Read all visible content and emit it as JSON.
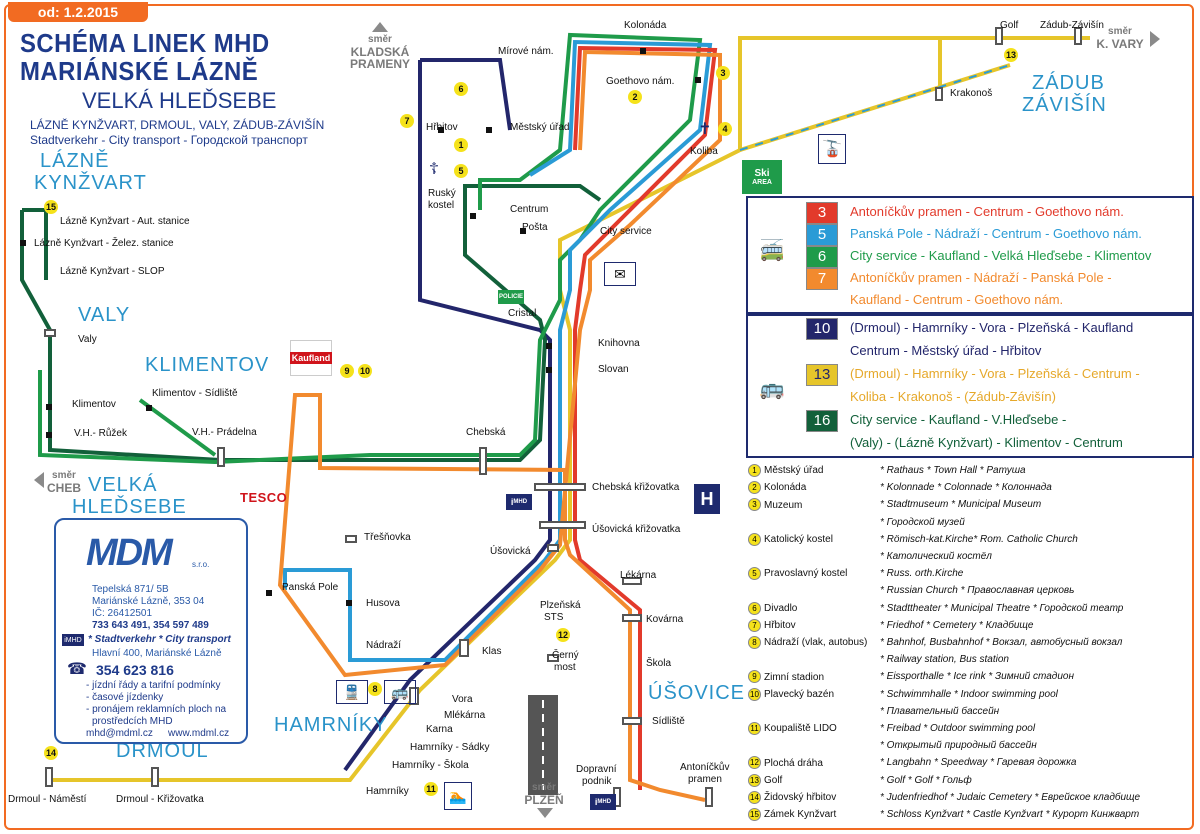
{
  "date": "od: 1.2.2015",
  "title": {
    "line1": "SCHÉMA LINEK MHD",
    "line2": "MARIÁNSKÉ LÁZNĚ",
    "line3": "VELKÁ HLEĎSEBE",
    "sub1": "LÁZNĚ KYNŽVART, DRMOUL, VALY, ZÁDUB-ZÁVIŠÍN",
    "sub2": "Stadtverkehr - City transport - Городской транспорт"
  },
  "districts": {
    "lazne1": "LÁZNĚ",
    "lazne2": "KYNŽVART",
    "valy": "VALY",
    "klimentov": "KLIMENTOV",
    "velka": "VELKÁ",
    "hledsebe": "HLEĎSEBE",
    "hamrniky": "HAMRNÍKY",
    "drmoul": "DRMOUL",
    "usovice": "ÚŠOVICE",
    "zadub": "ZÁDUB",
    "zavisin": "ZÁVIŠÍN"
  },
  "directions": {
    "kladska_smer": "směr",
    "kladska": "KLADSKÁ",
    "pramen": "PRAMENY",
    "vary_smer": "směr",
    "vary": "K. VARY",
    "cheb_smer": "směr",
    "cheb": "CHEB",
    "plzen_smer": "směr",
    "plzen": "PLZEŇ"
  },
  "stops": {
    "kolonada": "Kolonáda",
    "mirove": "Mírové nám.",
    "goethovo": "Goethovo nám.",
    "hrbitov": "Hřbitov",
    "mestsky": "Městský úřad",
    "koliba": "Koliba",
    "rusky": "Ruský",
    "kostel": "kostel",
    "centrum": "Centrum",
    "posta": "Pošta",
    "cityservice": "City service",
    "cristal": "Cristal",
    "knihovna": "Knihovna",
    "slovan": "Slovan",
    "chebska": "Chebská",
    "chebska_kriz": "Chebská křižovatka",
    "usovicka_kriz": "Úšovická křižovatka",
    "usovicka": "Úšovická",
    "lekarna": "Lékárna",
    "plzenska": "Plzeňská",
    "sts": "STS",
    "kovarna": "Kovárna",
    "cerny": "Černý",
    "most": "most",
    "skola": "Škola",
    "sidliste": "Sídliště",
    "dopravni": "Dopravní",
    "podnik": "podnik",
    "antonickuv": "Antoníčkův",
    "pramen": "pramen",
    "golf": "Golf",
    "zadubzav": "Zádub-Závišín",
    "krakonos": "Krakonoš",
    "lk_aut": "Lázně Kynžvart - Aut. stanice",
    "lk_zel": "Lázně Kynžvart - Želez. stanice",
    "lk_slop": "Lázně Kynžvart - SLOP",
    "valy": "Valy",
    "klim_sidl": "Klimentov - Sídliště",
    "klimentov": "Klimentov",
    "vh_ruzek": "V.H.- Růžek",
    "vh_pradelna": "V.H.- Prádelna",
    "tresnovka": "Třešňovka",
    "panska": "Panská Pole",
    "husova": "Husova",
    "nadrazi": "Nádraží",
    "klas": "Klas",
    "vora": "Vora",
    "mlekarna": "Mlékárna",
    "karna": "Karna",
    "sadky": "Hamrníky - Sádky",
    "hskola": "Hamrníky - Škola",
    "hamrniky": "Hamrníky",
    "drmoul_nam": "Drmoul - Náměstí",
    "drmoul_kriz": "Drmoul - Křižovatka"
  },
  "colors": {
    "line3": "#e23a2b",
    "line5": "#2a9bd6",
    "line6": "#1f9b4a",
    "line7": "#f28a2e",
    "line10": "#23266b",
    "line13": "#e6c52a",
    "line16": "#12603a",
    "accent": "#f26b22",
    "brand": "#1e3a8a"
  },
  "legend_trolley": [
    {
      "num": "3",
      "text": "Antoníčkův pramen - Centrum - Goethovo nám.",
      "bg": "#e23a2b",
      "fg": "#ffffff",
      "tc": "#e23a2b"
    },
    {
      "num": "5",
      "text": "Panská Pole - Nádraží - Centrum - Goethovo nám.",
      "bg": "#2a9bd6",
      "fg": "#ffffff",
      "tc": "#2a9bd6"
    },
    {
      "num": "6",
      "text": "City service - Kaufland - Velká Hleďsebe - Klimentov",
      "bg": "#1f9b4a",
      "fg": "#ffffff",
      "tc": "#1f9b4a"
    },
    {
      "num": "7",
      "text": "Antoníčkův pramen - Nádraží - Panská Pole -",
      "bg": "#f28a2e",
      "fg": "#ffffff",
      "tc": "#f28a2e"
    },
    {
      "num": "",
      "text": "Kaufland - Centrum - Goethovo nám.",
      "bg": "",
      "fg": "",
      "tc": "#f28a2e"
    }
  ],
  "legend_bus": [
    {
      "num": "10",
      "text": "(Drmoul) - Hamrníky - Vora - Plzeňská - Kaufland",
      "bg": "#23266b",
      "fg": "#ffffff",
      "tc": "#23266b"
    },
    {
      "num": "",
      "text": "Centrum - Městský úřad - Hřbitov",
      "bg": "",
      "fg": "",
      "tc": "#23266b"
    },
    {
      "num": "13",
      "text": "(Drmoul) - Hamrníky - Vora - Plzeňská - Centrum -",
      "bg": "#e6c52a",
      "fg": "#23266b",
      "tc": "#e6a82a"
    },
    {
      "num": "",
      "text": "Koliba - Krakonoš - (Zádub-Závišín)",
      "bg": "",
      "fg": "",
      "tc": "#e6a82a"
    },
    {
      "num": "16",
      "text": "City service - Kaufland - V.Hleďsebe -",
      "bg": "#12603a",
      "fg": "#ffffff",
      "tc": "#12603a"
    },
    {
      "num": "",
      "text": "(Valy) - (Lázně Kynžvart) - Klimentov - Centrum",
      "bg": "",
      "fg": "",
      "tc": "#12603a"
    }
  ],
  "poi": [
    {
      "n": "1",
      "name": "Městský úřad",
      "desc": "* Rathaus * Town Hall * Ратуша"
    },
    {
      "n": "2",
      "name": "Kolonáda",
      "desc": "* Kolonnade * Colonnade * Колоннада"
    },
    {
      "n": "3",
      "name": "Muzeum",
      "desc": "* Stadtmuseum * Municipal Museum"
    },
    {
      "n": "",
      "name": "",
      "desc": "* Городской музей"
    },
    {
      "n": "4",
      "name": "Katolický kostel",
      "desc": "* Römisch-kat.Kirche* Rom. Catholic Church"
    },
    {
      "n": "",
      "name": "",
      "desc": "* Католический костёл"
    },
    {
      "n": "5",
      "name": "Pravoslavný kostel",
      "desc": "* Russ. orth.Kirche"
    },
    {
      "n": "",
      "name": "",
      "desc": "* Russian Church * Православная церковь"
    },
    {
      "n": "6",
      "name": "Divadlo",
      "desc": "* Stadttheater * Municipal Theatre * Городской театр"
    },
    {
      "n": "7",
      "name": "Hřbitov",
      "desc": "* Friedhof * Cemetery * Кладбище"
    },
    {
      "n": "8",
      "name": "Nádraží (vlak, autobus)",
      "desc": "* Bahnhof, Busbahnhof * Вокзал, автобусный вокзал"
    },
    {
      "n": "",
      "name": "",
      "desc": "* Railway station, Bus station"
    },
    {
      "n": "9",
      "name": "Zimní stadion",
      "desc": "* Eissporthalle * Ice rink * Зимний стадион"
    },
    {
      "n": "10",
      "name": "Plavecký bazén",
      "desc": "* Schwimmhalle * Indoor swimming pool"
    },
    {
      "n": "",
      "name": "",
      "desc": "* Плавательный бассейн"
    },
    {
      "n": "11",
      "name": "Koupaliště LIDO",
      "desc": "* Freibad * Outdoor swimming pool"
    },
    {
      "n": "",
      "name": "",
      "desc": "* Открытый природный бассейн"
    },
    {
      "n": "12",
      "name": "Plochá dráha",
      "desc": "* Langbahn * Speedway * Гаревая дорожка"
    },
    {
      "n": "13",
      "name": "Golf",
      "desc": "* Golf * Golf * Гольф"
    },
    {
      "n": "14",
      "name": "Židovský hřbitov",
      "desc": "* Judenfriedhof * Judaic Cemetery * Еврейское кладбище"
    },
    {
      "n": "15",
      "name": "Zámek Kynžvart",
      "desc": "* Schloss Kynžvart * Castle Kynžvart * Курорт Кинжварт"
    }
  ],
  "mdm": {
    "logo": "MDM",
    "sro": "s.r.o.",
    "addr1": "Tepelská 871/ 5B",
    "addr2": "Mariánské Lázně, 353 04",
    "ic": "IČ: 26412501",
    "phone1": "733 643 491, 354 597 489",
    "imhd": "* Stadtverkehr * City transport",
    "addr3": "Hlavní 400, Mariánské Lázně",
    "phone2": "354 623 816",
    "info1": "- jízdní řády a tarifní podmínky",
    "info2": "- časové jízdenky",
    "info3": "- pronájem reklamních ploch na",
    "info4": "prostředcích MHD",
    "mail": "mhd@mdml.cz",
    "web": "www.mdml.cz"
  },
  "labels": {
    "tesco": "TESCO",
    "kaufland": "Kaufland",
    "imhd": "MHD",
    "hospital": "H",
    "ski": "Ski",
    "skiarea": "AREA",
    "policie": "POLICIE",
    "i": "i",
    "p1": "1",
    "p2": "2",
    "p3": "3",
    "p4": "4",
    "p5": "5",
    "p6": "6",
    "p7": "7",
    "p8": "8",
    "p9": "9",
    "p10": "10",
    "p11": "11",
    "p12": "12",
    "p13": "13",
    "p14": "14",
    "p15": "15"
  }
}
